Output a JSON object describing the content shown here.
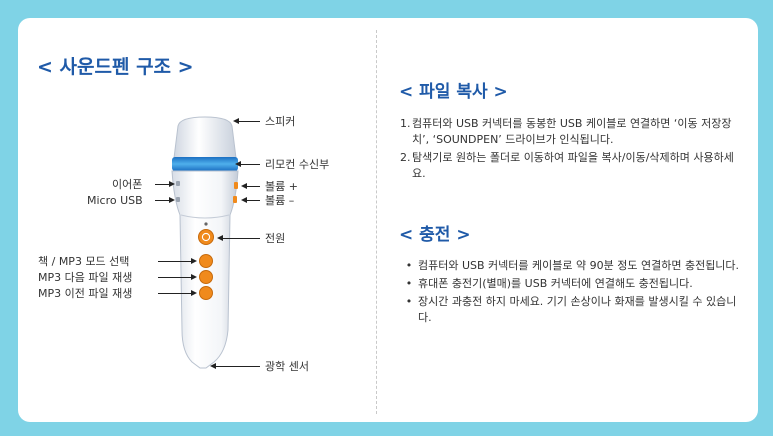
{
  "structure": {
    "title": "< 사운드펜 구조 >",
    "labels": {
      "speaker": "스피커",
      "remote_receiver": "리모컨 수신부",
      "earphone": "이어폰",
      "micro_usb": "Micro USB",
      "volume_up": "볼륨 +",
      "volume_down": "볼륨 –",
      "power": "전원",
      "book_mp3_mode": "책 / MP3 모드 선택",
      "mp3_next": "MP3 다음 파일 재생",
      "mp3_prev": "MP3 이전 파일 재생",
      "optical_sensor": "광학 센서"
    }
  },
  "file_copy": {
    "title": "< 파일 복사 >",
    "items": [
      {
        "num": "1.",
        "text": "컴퓨터와 USB 커넥터를 동봉한 USB 케이블로 연결하면 ‘이동 저장장치’, ‘SOUNDPEN’ 드라이브가 인식됩니다."
      },
      {
        "num": "2.",
        "text": "탐색기로 원하는 폴더로 이동하여 파일을 복사/이동/삭제하며 사용하세요."
      }
    ]
  },
  "charging": {
    "title": "< 충전 >",
    "items": [
      {
        "bullet": "•",
        "text": "컴퓨터와 USB 커넥터를 케이블로 약 90분 정도 연결하면 충전됩니다."
      },
      {
        "bullet": "•",
        "text": "휴대폰 충전기(별매)를 USB 커넥터에 연결해도 충전됩니다."
      },
      {
        "bullet": "•",
        "text": "장시간 과충전 하지 마세요. 기기 손상이나 화재를 발생시킬 수 있습니다."
      }
    ]
  },
  "colors": {
    "heading": "#1f5aa8",
    "background": "#7fd3e6",
    "pen_band": "#2e8fd6",
    "button_orange": "#f08a1c"
  }
}
